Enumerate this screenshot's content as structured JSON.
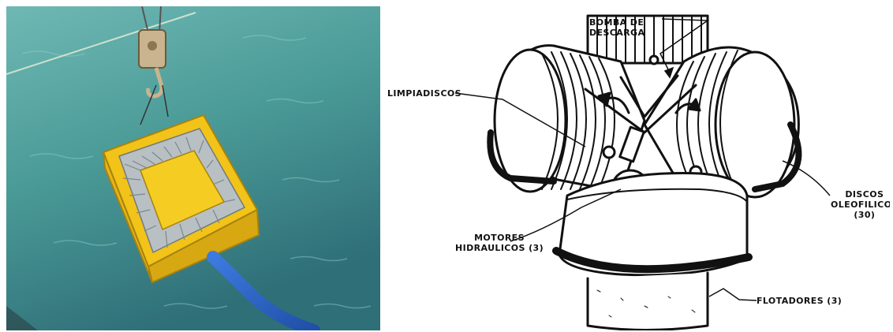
{
  "photo": {
    "icons": [
      "crane-hook-icon",
      "skimmer-device-icon",
      "hose-icon"
    ],
    "colors": {
      "water": "#4f9a98",
      "skimmer": "#f2c318",
      "hose": "#2f66c8"
    }
  },
  "diagram": {
    "labels": {
      "bomba": [
        "BOMBA DE",
        "DESCARGA"
      ],
      "limpiadiscos": "LIMPIADISCOS",
      "discos": [
        "DISCOS",
        "OLEOFILICOS",
        "(30)"
      ],
      "motores": [
        "MOTORES",
        "HIDRAULICOS (3)"
      ],
      "flotadores": "FLOTADORES (3)"
    }
  }
}
